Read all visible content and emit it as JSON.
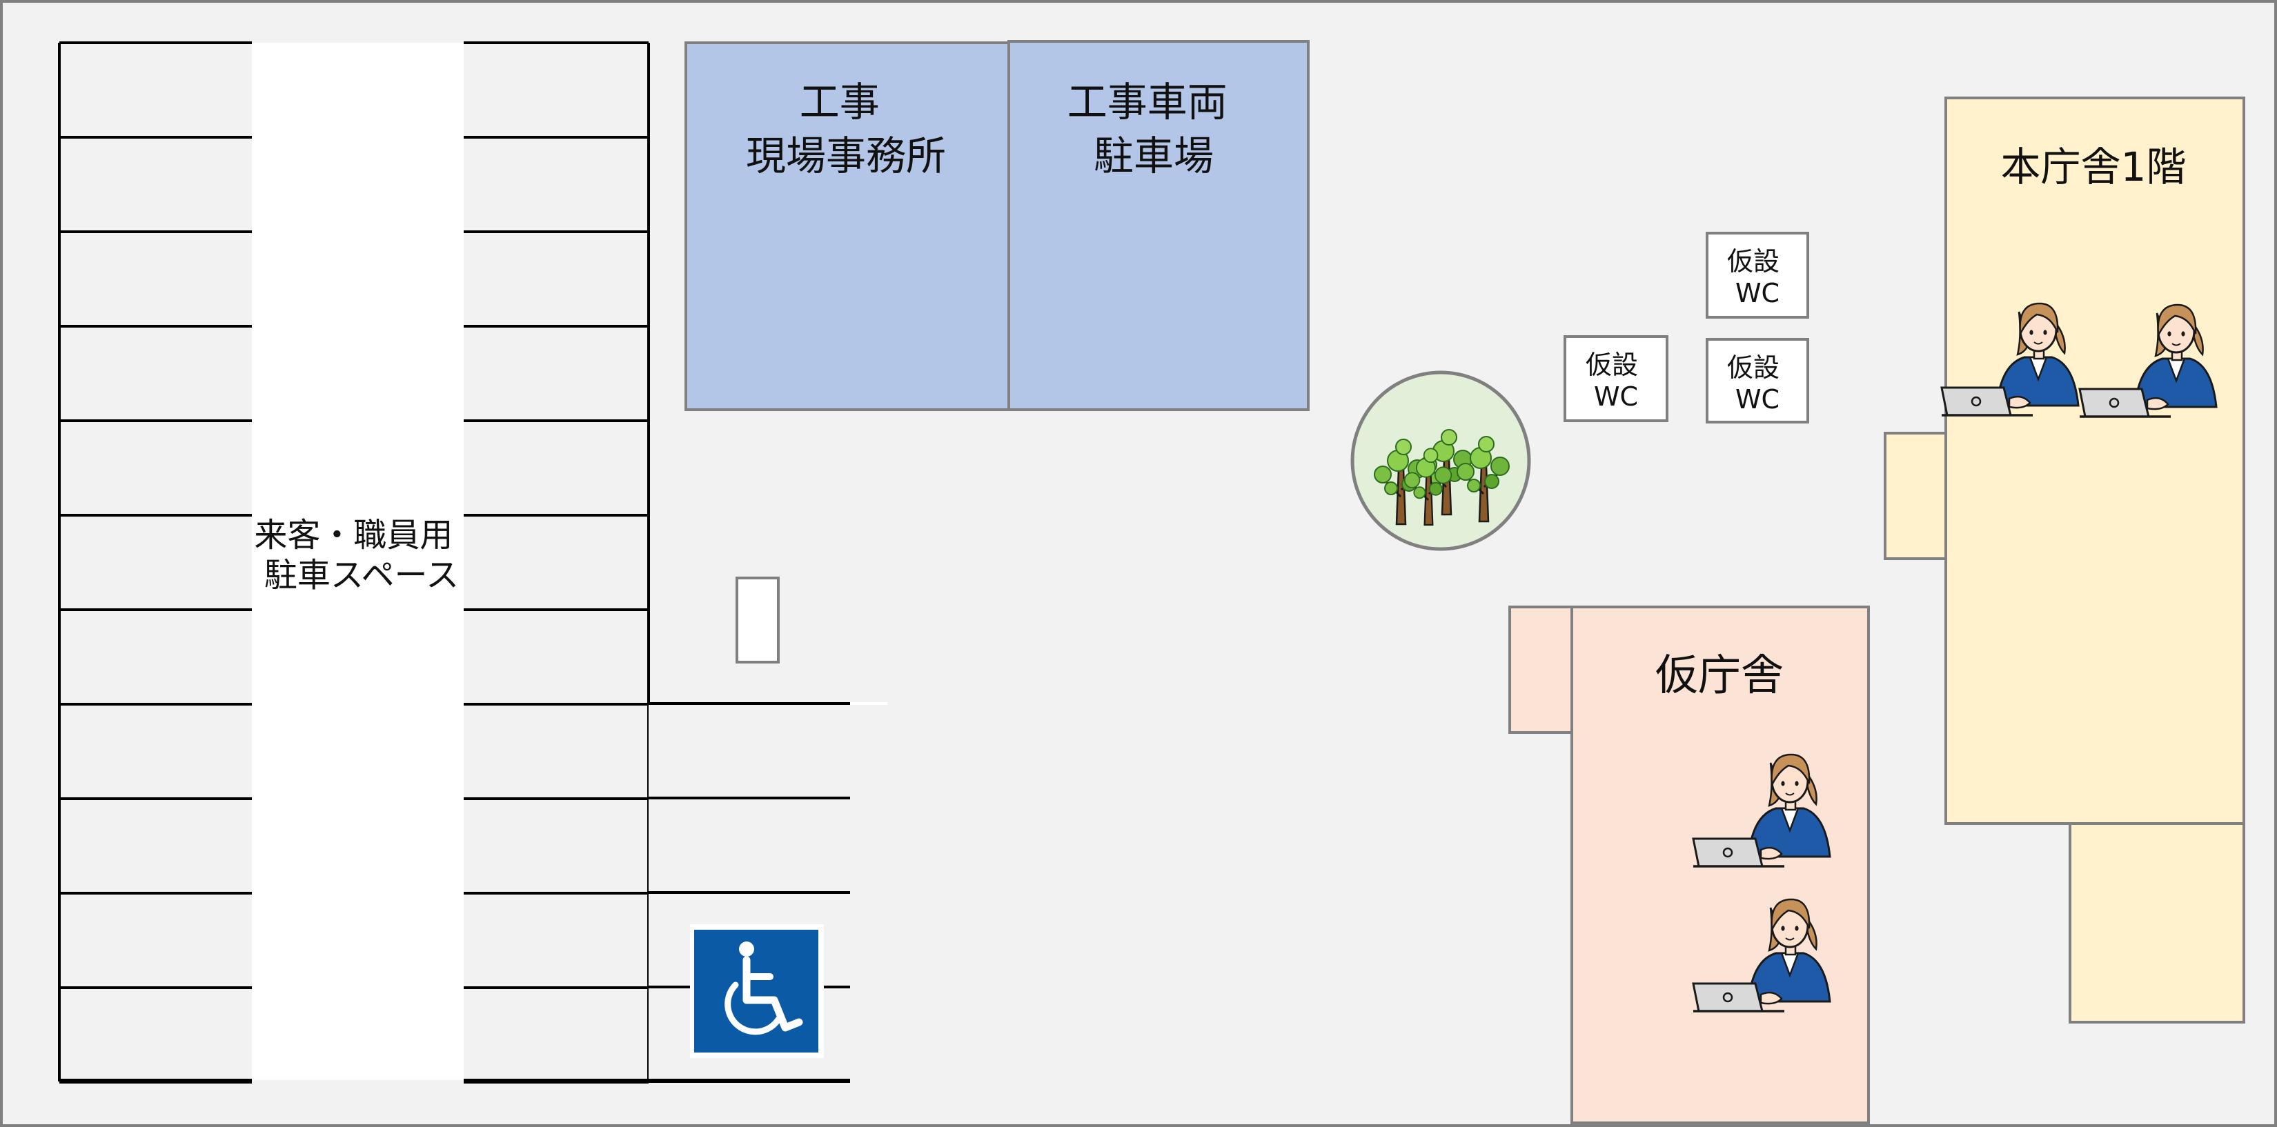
{
  "colors": {
    "background": "#f2f2f2",
    "frame": "#808080",
    "construction_blue": "#b4c6e7",
    "temporary_office_pink": "#fbe4d6",
    "main_office_yellow": "#fff2cc",
    "grove_green": "#e2efd9",
    "accessible_blue": "#0b5aa5",
    "staff_suit_blue": "#1f5aa8"
  },
  "icons": {
    "accessible_parking": "wheelchair-icon",
    "grove": "trees-icon",
    "staff": "office-worker-laptop-icon"
  },
  "parking": {
    "label_lines": [
      "来客・職員用",
      "駐車スペース"
    ]
  },
  "construction_office": {
    "label_lines": [
      "工事",
      "現場事務所"
    ]
  },
  "construction_parking": {
    "label_lines": [
      "工事車両",
      "駐車場"
    ]
  },
  "temporary_toilets": [
    {
      "label_lines": [
        "仮設",
        "WC"
      ]
    },
    {
      "label_lines": [
        "仮設",
        "WC"
      ]
    },
    {
      "label_lines": [
        "仮設",
        "WC"
      ]
    }
  ],
  "temporary_office": {
    "label": "仮庁舎",
    "staff_count": 2
  },
  "main_office": {
    "label": "本庁舎1階",
    "staff_count": 2
  }
}
